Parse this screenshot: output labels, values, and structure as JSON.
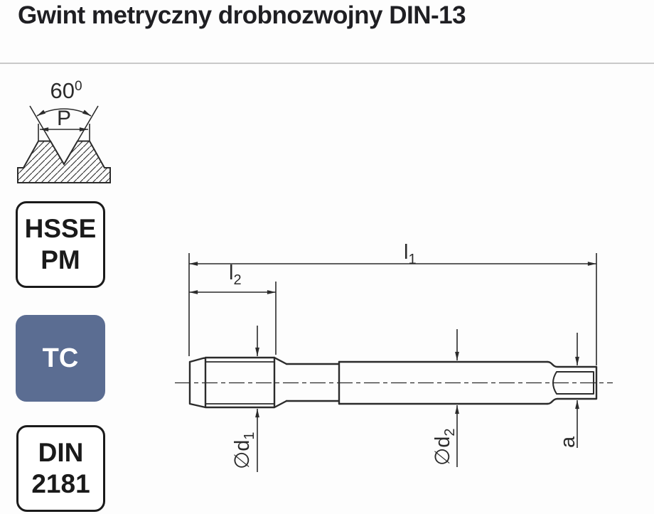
{
  "title": "Gwint metryczny drobnozwojny DIN-13",
  "colors": {
    "tc_box_bg": "#5b6d92",
    "line": "#2b2b2b",
    "separator": "#c9c9c9"
  },
  "sidebar": {
    "profile": {
      "angle_base": "60",
      "angle_sup": "0",
      "pitch": "P"
    },
    "boxes": {
      "hsse": {
        "line1": "HSSE",
        "line2": "PM"
      },
      "tc": {
        "label": "TC"
      },
      "din": {
        "line1": "DIN",
        "line2": "2181"
      }
    }
  },
  "diagram": {
    "dims": {
      "l1_base": "l",
      "l1_sub": "1",
      "l2_base": "l",
      "l2_sub": "2",
      "d1_base": "∅d",
      "d1_sub": "1",
      "d2_base": "∅d",
      "d2_sub": "2",
      "a_label": "a"
    }
  }
}
